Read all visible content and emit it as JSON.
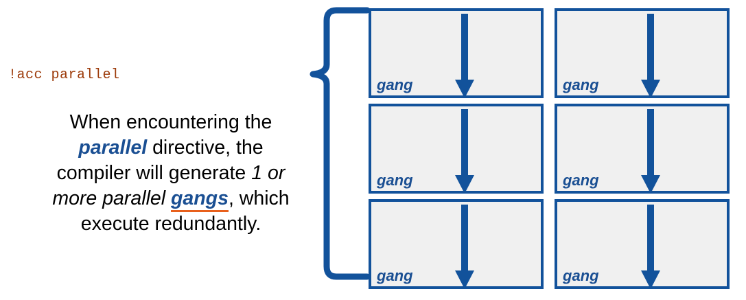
{
  "slide": {
    "directive_code": "!acc parallel",
    "description": {
      "full_text": "When encountering the parallel directive, the compiler will generate 1 or more parallel gangs, which execute redundantly.",
      "seg_1": "When encountering the",
      "seg_2_emphasis": "parallel",
      "seg_3": "directive, the compiler will generate",
      "seg_4_italic": "1 or more parallel",
      "seg_5_underlined": "gangs",
      "seg_6": ", which execute redundantly."
    }
  },
  "brace": {
    "icon": "left-curly-brace-icon",
    "color": "#12529b"
  },
  "gang_grid": {
    "rows": 3,
    "columns": 2,
    "box_label": "gang",
    "arrow_icon": "down-arrow-icon",
    "boxes": [
      {
        "label": "gang",
        "row": 0,
        "col": 0
      },
      {
        "label": "gang",
        "row": 0,
        "col": 1
      },
      {
        "label": "gang",
        "row": 1,
        "col": 0
      },
      {
        "label": "gang",
        "row": 1,
        "col": 1
      },
      {
        "label": "gang",
        "row": 2,
        "col": 0
      },
      {
        "label": "gang",
        "row": 2,
        "col": 1
      }
    ]
  },
  "colors": {
    "code_brown": "#9c3a09",
    "accent_blue": "#1a4f93",
    "border_blue": "#12529b",
    "underline_orange": "#e8601c",
    "box_fill": "#f0f0f0",
    "text_black": "#000000"
  }
}
